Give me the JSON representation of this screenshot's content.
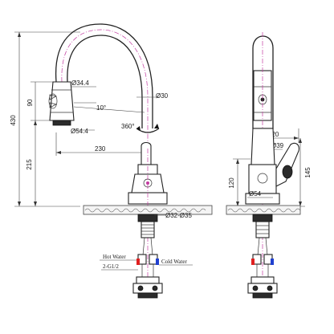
{
  "drawing": {
    "colors": {
      "line": "#222222",
      "centerline": "#c23aa0",
      "hot": "#e02020",
      "cold": "#2040d0",
      "counter": "#666666"
    },
    "front_view": {
      "height_total": "430",
      "height_spout": "215",
      "height_head": "90",
      "head_angle": "10°",
      "head_top_dia": "Ø34.4",
      "head_bottom_dia": "Ø54.4",
      "neck_dia": "Ø30",
      "rotation": "360°",
      "reach": "230",
      "base_thread": "Ø32-Ø35",
      "hot_label": "Hot Water",
      "cold_label": "Cold Water",
      "thread_label": "2-G1/2"
    },
    "side_view": {
      "handle_width": "120",
      "lever_dia": "Ø39",
      "handle_height": "145",
      "base_height": "120",
      "base_dia": "Ø54"
    }
  }
}
